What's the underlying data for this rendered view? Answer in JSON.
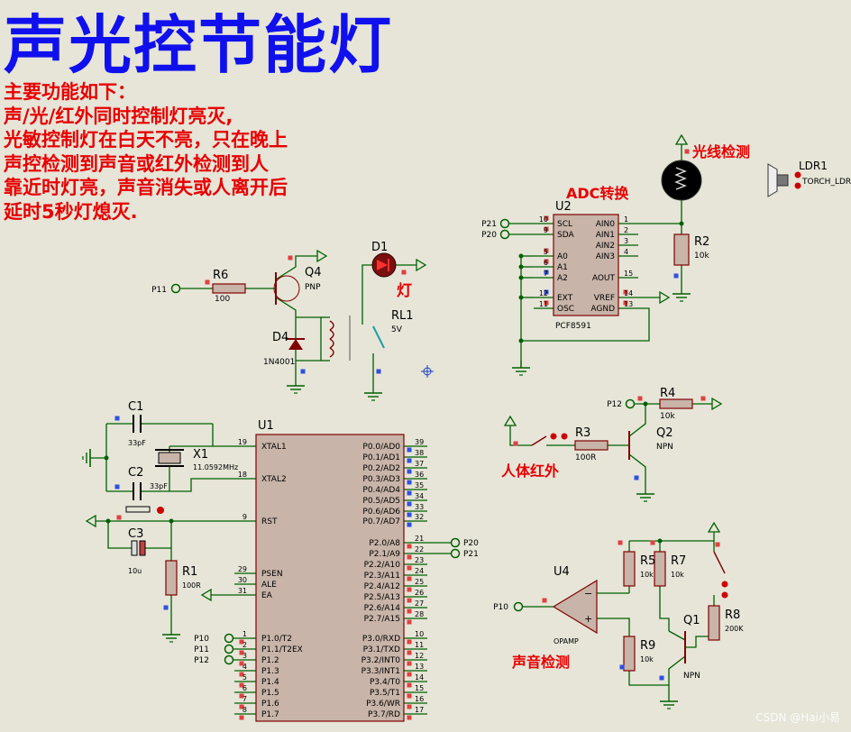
{
  "title": "声光控节能灯",
  "description": [
    "主要功能如下：",
    "声/光/红外同时控制灯亮灭,",
    "光敏控制灯在白天不亮，只在晚上",
    "声控检测到声音或红外检测到人",
    "靠近时灯亮，声音消失或人离开后",
    "延时5秒灯熄灭."
  ],
  "labels": {
    "light": "灯",
    "adc": "ADC转换",
    "light_detect": "光线检测",
    "ir": "人体红外",
    "sound": "声音检测"
  },
  "components": {
    "r6": {
      "ref": "R6",
      "val": "100"
    },
    "q4": {
      "ref": "Q4",
      "val": "PNP"
    },
    "d1": {
      "ref": "D1"
    },
    "d4": {
      "ref": "D4",
      "val": "1N4001"
    },
    "rl1": {
      "ref": "RL1",
      "val": "5V"
    },
    "u2": {
      "ref": "U2",
      "part": "PCF8591"
    },
    "r2": {
      "ref": "R2",
      "val": "10k"
    },
    "ldr1": {
      "ref": "LDR1",
      "val": "TORCH_LDR"
    },
    "c1": {
      "ref": "C1",
      "val": "33pF"
    },
    "c2": {
      "ref": "C2",
      "val": "33pF"
    },
    "x1": {
      "ref": "X1",
      "val": "11.0592MHz"
    },
    "c3": {
      "ref": "C3",
      "val": "10u"
    },
    "r1": {
      "ref": "R1",
      "val": "100R"
    },
    "u1": {
      "ref": "U1"
    },
    "r4": {
      "ref": "R4",
      "val": "10k"
    },
    "r3": {
      "ref": "R3",
      "val": "100R"
    },
    "q2": {
      "ref": "Q2",
      "val": "NPN"
    },
    "u4": {
      "ref": "U4",
      "val": "OPAMP"
    },
    "r5": {
      "ref": "R5",
      "val": "10k"
    },
    "r7": {
      "ref": "R7",
      "val": "10k"
    },
    "r8": {
      "ref": "R8",
      "val": "200K"
    },
    "r9": {
      "ref": "R9",
      "val": "10k"
    },
    "q1": {
      "ref": "Q1",
      "val": "NPN"
    }
  },
  "nets": {
    "p11": "P11",
    "p21": "P21",
    "p20": "P20",
    "p12": "P12",
    "p10": "P10"
  },
  "u2_pins_left": [
    {
      "num": "10",
      "name": "SCL"
    },
    {
      "num": "9",
      "name": "SDA"
    },
    {
      "num": "5",
      "name": "A0"
    },
    {
      "num": "6",
      "name": "A1"
    },
    {
      "num": "7",
      "name": "A2"
    },
    {
      "num": "12",
      "name": "EXT"
    },
    {
      "num": "11",
      "name": "OSC"
    }
  ],
  "u2_pins_right": [
    {
      "num": "1",
      "name": "AIN0"
    },
    {
      "num": "2",
      "name": "AIN1"
    },
    {
      "num": "3",
      "name": "AIN2"
    },
    {
      "num": "4",
      "name": "AIN3"
    },
    {
      "num": "15",
      "name": "AOUT"
    },
    {
      "num": "14",
      "name": "VREF"
    },
    {
      "num": "13",
      "name": "AGND"
    }
  ],
  "u1_pins_left": [
    {
      "num": "19",
      "name": "XTAL1"
    },
    {
      "num": "18",
      "name": "XTAL2"
    },
    {
      "num": "9",
      "name": "RST"
    },
    {
      "num": "29",
      "name": "PSEN"
    },
    {
      "num": "30",
      "name": "ALE"
    },
    {
      "num": "31",
      "name": "EA"
    },
    {
      "num": "1",
      "name": "P1.0/T2"
    },
    {
      "num": "2",
      "name": "P1.1/T2EX"
    },
    {
      "num": "3",
      "name": "P1.2"
    },
    {
      "num": "4",
      "name": "P1.3"
    },
    {
      "num": "5",
      "name": "P1.4"
    },
    {
      "num": "6",
      "name": "P1.5"
    },
    {
      "num": "7",
      "name": "P1.6"
    },
    {
      "num": "8",
      "name": "P1.7"
    }
  ],
  "u1_pins_right": [
    {
      "num": "39",
      "name": "P0.0/AD0"
    },
    {
      "num": "38",
      "name": "P0.1/AD1"
    },
    {
      "num": "37",
      "name": "P0.2/AD2"
    },
    {
      "num": "36",
      "name": "P0.3/AD3"
    },
    {
      "num": "35",
      "name": "P0.4/AD4"
    },
    {
      "num": "34",
      "name": "P0.5/AD5"
    },
    {
      "num": "33",
      "name": "P0.6/AD6"
    },
    {
      "num": "32",
      "name": "P0.7/AD7"
    },
    {
      "num": "21",
      "name": "P2.0/A8"
    },
    {
      "num": "22",
      "name": "P2.1/A9"
    },
    {
      "num": "23",
      "name": "P2.2/A10"
    },
    {
      "num": "24",
      "name": "P2.3/A11"
    },
    {
      "num": "25",
      "name": "P2.4/A12"
    },
    {
      "num": "26",
      "name": "P2.5/A13"
    },
    {
      "num": "27",
      "name": "P2.6/A14"
    },
    {
      "num": "28",
      "name": "P2.7/A15"
    },
    {
      "num": "10",
      "name": "P3.0/RXD"
    },
    {
      "num": "11",
      "name": "P3.1/TXD"
    },
    {
      "num": "12",
      "name": "P3.2/INT0"
    },
    {
      "num": "13",
      "name": "P3.3/INT1"
    },
    {
      "num": "14",
      "name": "P3.4/T0"
    },
    {
      "num": "15",
      "name": "P3.5/T1"
    },
    {
      "num": "16",
      "name": "P3.6/WR"
    },
    {
      "num": "17",
      "name": "P3.7/RD"
    }
  ],
  "watermark": "CSDN @Hai小易",
  "colors": {
    "background": "#e6e5d8",
    "wire": "#006000",
    "body": "#c8b4a8",
    "outline": "#800000",
    "title": "#1010ee",
    "note": "#e80000"
  }
}
